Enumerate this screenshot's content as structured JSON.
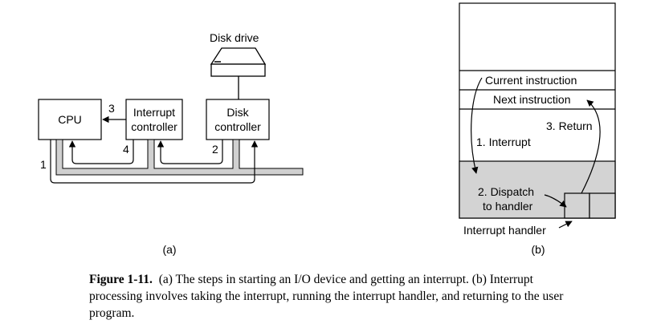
{
  "figure_a": {
    "labels": {
      "disk_drive": "Disk drive",
      "cpu": "CPU",
      "interrupt_controller_line1": "Interrupt",
      "interrupt_controller_line2": "controller",
      "disk_controller_line1": "Disk",
      "disk_controller_line2": "controller",
      "step1": "1",
      "step2": "2",
      "step3": "3",
      "step4": "4"
    },
    "panel_label": "(a)"
  },
  "figure_b": {
    "labels": {
      "current_instruction": "Current instruction",
      "next_instruction": "Next instruction",
      "interrupt": "1. Interrupt",
      "return": "3. Return",
      "dispatch_line1": "2. Dispatch",
      "dispatch_line2": "to handler",
      "interrupt_handler": "Interrupt handler"
    },
    "panel_label": "(b)"
  },
  "caption": {
    "label": "Figure 1-11.",
    "text": "(a) The steps in starting an I/O device and getting an interrupt. (b) Interrupt processing involves taking the interrupt, running the interrupt handler, and returning to the user program."
  }
}
